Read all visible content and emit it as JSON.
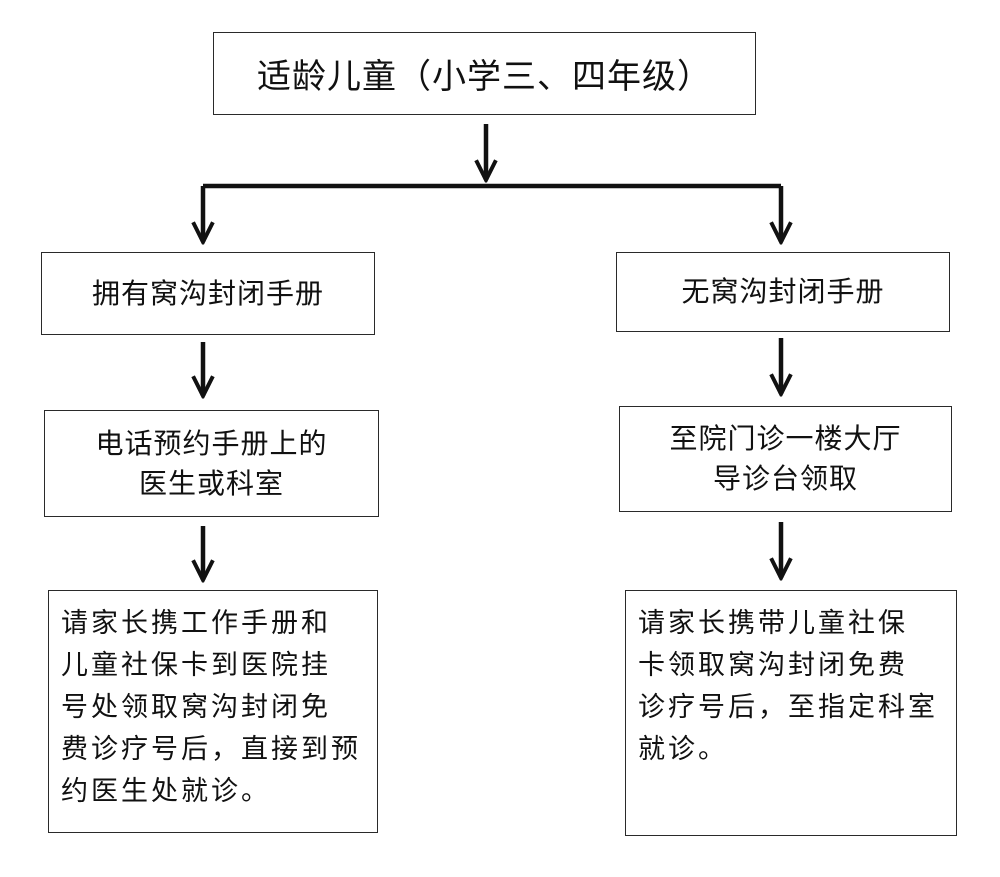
{
  "top": {
    "label": "适龄儿童（小学三、四年级）"
  },
  "left": {
    "title": "拥有窝沟封闭手册",
    "step1": [
      "电话预约手册上的",
      "医生或科室"
    ],
    "step2": [
      "请家长携工作手册和",
      "儿童社保卡到医院挂",
      "号处领取窝沟封闭免",
      "费诊疗号后，直接到预",
      "约医生处就诊。"
    ]
  },
  "right": {
    "title": "无窝沟封闭手册",
    "step1": [
      "至院门诊一楼大厅",
      "导诊台领取"
    ],
    "step2": [
      "请家长携带儿童社保",
      "卡领取窝沟封闭免费",
      "诊疗号后，至指定科室",
      "就诊。"
    ]
  }
}
